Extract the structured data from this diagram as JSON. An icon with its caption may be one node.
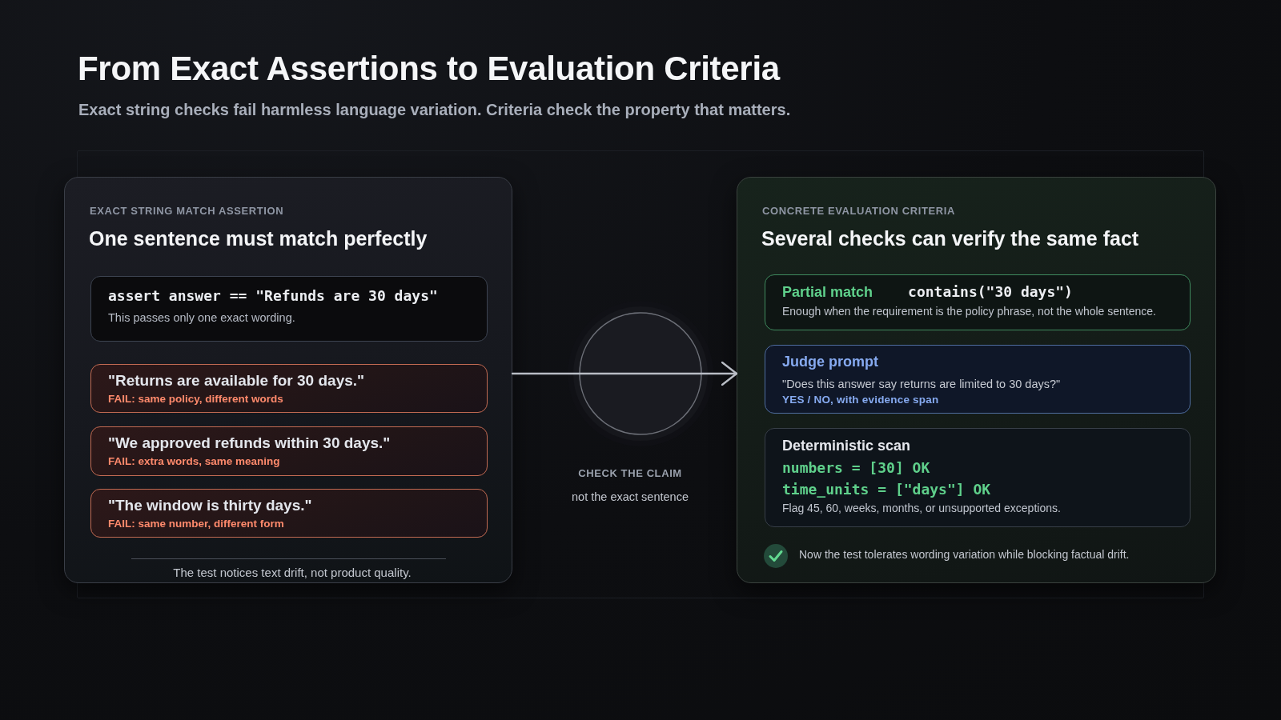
{
  "diagram": {
    "title": "From Exact Assertions to Evaluation Criteria",
    "caption": "Exact string checks fail harmless language variation. Criteria check the property that matters.",
    "nodes": [
      {
        "text": [
          "EXACT STRING MATCH ASSERTION",
          "One sentence must match perfectly",
          "The test notices text drift, not product quality."
        ]
      },
      {
        "text": [
          "assert answer == \"Refunds are 30 days\"",
          "This passes only one exact wording."
        ],
        "in": 0
      },
      {
        "text": [
          "\"Returns are available for 30 days.\"",
          "FAIL: same policy, different words"
        ],
        "in": 0
      },
      {
        "text": [
          "\"We approved refunds within 30 days.\"",
          "FAIL: extra words, same meaning"
        ],
        "in": 0
      },
      {
        "text": [
          "\"The window is thirty days.\"",
          "FAIL: same number, different form"
        ],
        "in": 0
      },
      {
        "text": [
          "CONCRETE EVALUATION CRITERIA",
          "Several checks can verify the same fact",
          "Now the test tolerates wording variation while blocking factual drift."
        ]
      },
      {
        "text": [
          "Partial match",
          "contains(\"30 days\")",
          "Enough when the requirement is the policy phrase, not the whole sentence."
        ],
        "in": 5
      },
      {
        "text": [
          "Judge prompt",
          "\"Does this answer say returns are limited to 30 days?\"",
          "YES / NO, with evidence span"
        ],
        "in": 5
      },
      {
        "text": [
          "Deterministic scan",
          "numbers = [30] OK",
          "time_units = [\"days\"] OK",
          "Flag 45, 60, weeks, months, or unsupported exceptions."
        ],
        "in": 5
      }
    ],
    "edges": [
      {
        "from": 0,
        "to": 5,
        "arrow": "to"
      }
    ],
    "labels": [
      "CHECK THE CLAIM",
      "not the exact sentence"
    ]
  }
}
